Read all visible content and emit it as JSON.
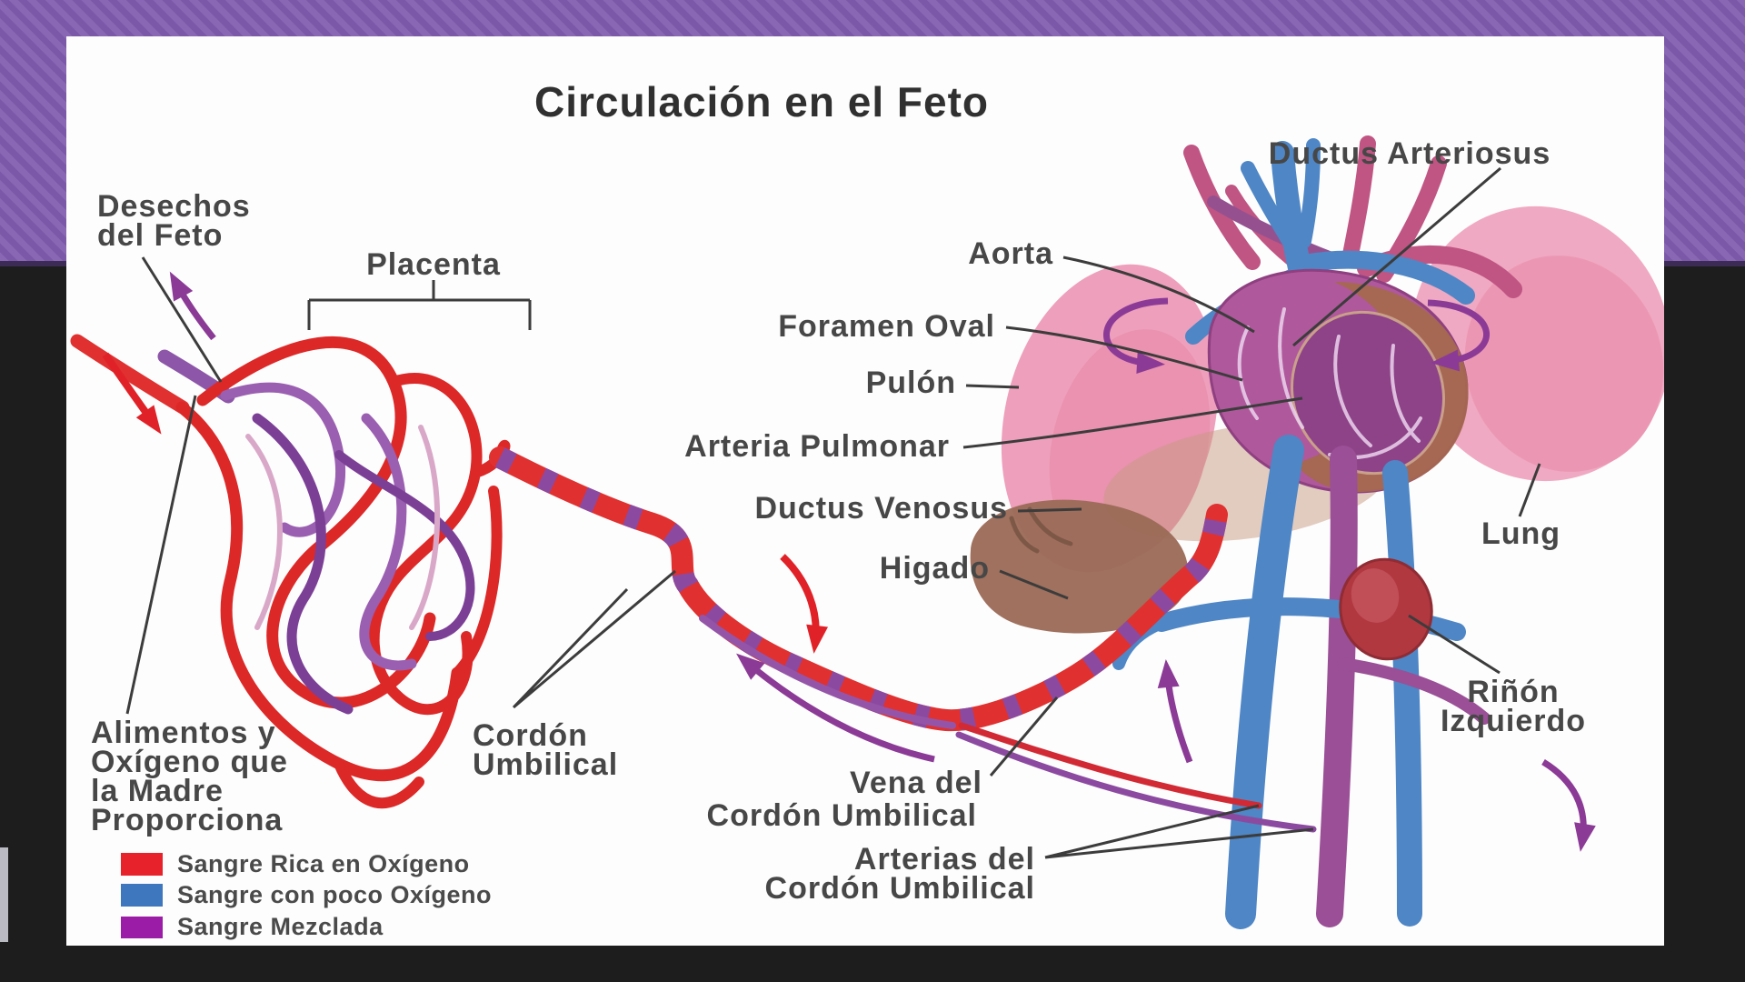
{
  "slide": {
    "title": "Circulación en el Feto",
    "colors": {
      "band_purple": "#8a67b5",
      "band_stripe": "#7b59a8",
      "background_black": "#1d1d1d",
      "panel_white": "#fdfdfd",
      "label_text": "#474747",
      "oxygen_rich_red": "#e8222b",
      "oxygen_poor_blue": "#3e77bd",
      "mixed_purple": "#9b1ca6"
    }
  },
  "labels": {
    "desechos_1": "Desechos",
    "desechos_2": "del Feto",
    "placenta": "Placenta",
    "ductus_arteriosus": "Ductus Arteriosus",
    "aorta": "Aorta",
    "foramen_oval": "Foramen Oval",
    "pulon": "Pulón",
    "arteria_pulmonar": "Arteria Pulmonar",
    "ductus_venosus": "Ductus Venosus",
    "higado": "Higado",
    "lung": "Lung",
    "rinon_1": "Riñón",
    "rinon_2": "Izquierdo",
    "alimentos_1": "Alimentos y",
    "alimentos_2": "Oxígeno que",
    "alimentos_3": "la Madre",
    "alimentos_4": "Proporciona",
    "cordon_1": "Cordón",
    "cordon_2": "Umbilical",
    "vena_1": "Vena del",
    "vena_2": "Cordón Umbilical",
    "arterias_1": "Arterias del",
    "arterias_2": "Cordón Umbilical"
  },
  "legend": {
    "items": [
      {
        "label": "Sangre Rica en Oxígeno",
        "color": "#e8222b"
      },
      {
        "label": "Sangre con poco Oxígeno",
        "color": "#3e77bd"
      },
      {
        "label": "Sangre Mezclada",
        "color": "#9b1ca6"
      }
    ]
  }
}
